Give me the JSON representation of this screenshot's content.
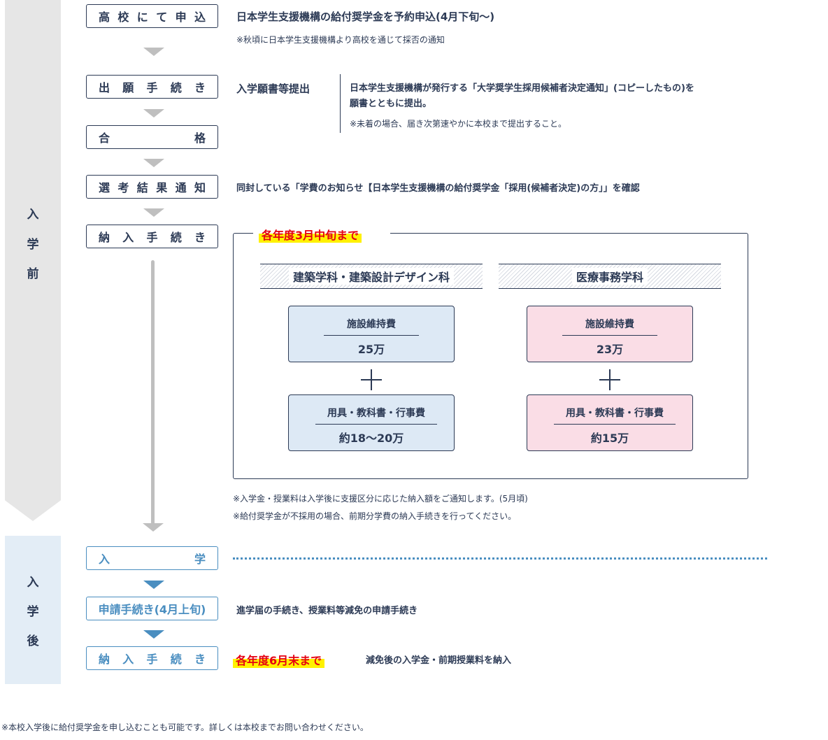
{
  "sidebar": {
    "before": [
      "入",
      "学",
      "前"
    ],
    "after": [
      "入",
      "学",
      "後"
    ]
  },
  "steps": {
    "s1": "高校にて申込",
    "s2": "出願手続き",
    "s3": "合格",
    "s4": "選考結果通知",
    "s5": "納入手続き",
    "s6": "入学",
    "s7": "申請手続き(4月上旬)",
    "s8": "納入手続き"
  },
  "details": {
    "s1_text": "日本学生支援機構の給付奨学金を予約申込(4月下旬〜)",
    "s1_note": "※秋頃に日本学生支援機構より高校を通じて採否の通知",
    "s2_label": "入学願書等提出",
    "s2_text_1": "日本学生支援機構が発行する「大学奨学生採用候補者決定通知」(コピーしたもの)を",
    "s2_text_2": "願書とともに提出。",
    "s2_note": "※未着の場合、届き次第速やかに本校まで提出すること。",
    "s4_text": "同封している「学費のお知らせ【日本学生支援機構の給付奨学金「採用(候補者決定)の方」」を確認",
    "s7_text": "進学届の手続き、授業料等減免の申請手続き",
    "s8_deadline": "各年度6月末まで",
    "s8_text": "減免後の入学金・前期授業料を納入"
  },
  "panel": {
    "deadline": "各年度3月中旬まで",
    "left": {
      "title": "建築学科・建築設計デザイン科",
      "fee1_label": "施設維持費",
      "fee1_value": "25万",
      "fee2_label": "用具・教科書・行事費",
      "fee2_value": "約18〜20万"
    },
    "right": {
      "title": "医療事務学科",
      "fee1_label": "施設維持費",
      "fee1_value": "23万",
      "fee2_label": "用具・教科書・行事費",
      "fee2_value": "約15万"
    },
    "note1": "※入学金・授業料は入学後に支援区分に応じた納入額をご通知します。(5月頃)",
    "note2": "※給付奨学金が不採用の場合、前期分学費の納入手続きを行ってください。"
  },
  "footer_note": "※本校入学後に給付奨学金を申し込むことも可能です。詳しくは本校までお問い合わせください。",
  "colors": {
    "navy": "#2c3a55",
    "blue": "#4a8ec0",
    "gray": "#bfbfbf",
    "red": "#e50012",
    "highlight": "#fff100",
    "fee_blue": "#dde9f5",
    "fee_pink": "#fadde6"
  }
}
